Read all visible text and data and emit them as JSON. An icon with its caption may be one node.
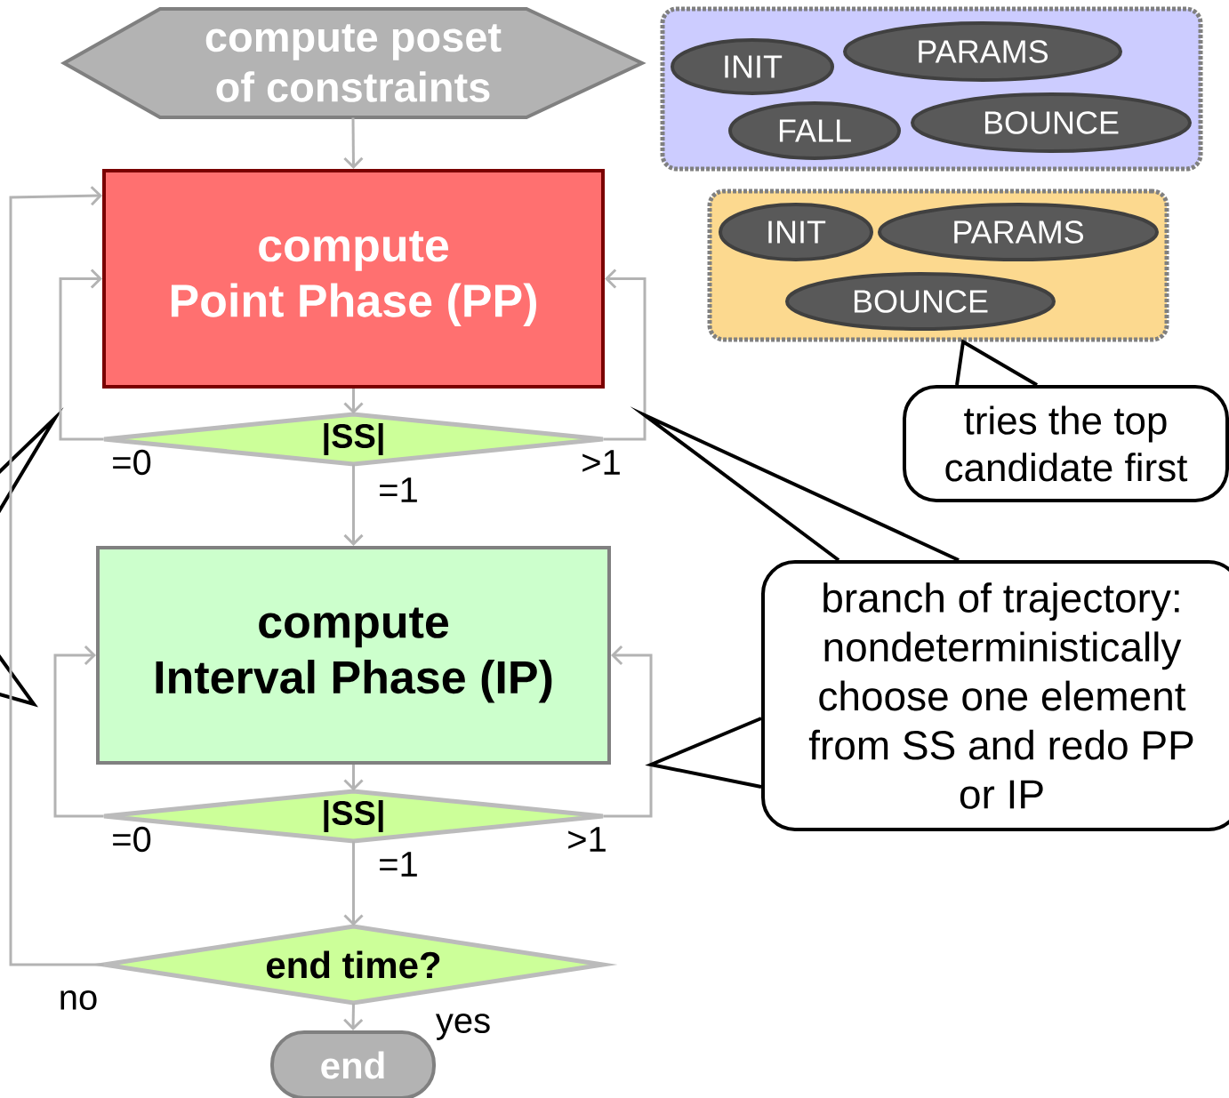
{
  "diagram": {
    "nodes": [
      {
        "text": [
          "compute poset of constraints"
        ]
      },
      {
        "text": [
          "compute",
          "Point Phase (PP)"
        ]
      },
      {
        "text": [
          "|SS|"
        ]
      },
      {
        "text": [
          "compute",
          "Interval Phase (IP)"
        ]
      },
      {
        "text": [
          "|SS|"
        ]
      },
      {
        "text": [
          "end time?"
        ]
      },
      {
        "text": [
          "end"
        ]
      },
      {
        "text": [],
        "shape": "box"
      },
      {
        "text": [
          "INIT"
        ],
        "in": 7
      },
      {
        "text": [
          "PARAMS"
        ],
        "in": 7
      },
      {
        "text": [
          "FALL"
        ],
        "in": 7
      },
      {
        "text": [
          "BOUNCE"
        ],
        "in": 7
      },
      {
        "text": [],
        "shape": "box"
      },
      {
        "text": [
          "INIT"
        ],
        "in": 12
      },
      {
        "text": [
          "PARAMS"
        ],
        "in": 12
      },
      {
        "text": [
          "BOUNCE"
        ],
        "in": 12
      },
      {
        "text": [
          "tries the top candidate first"
        ]
      },
      {
        "text": [
          "branch of trajectory: nondeterministically choose one element from SS and redo PP or IP"
        ]
      }
    ],
    "edges": [
      {
        "from": 0,
        "to": 1,
        "arrow": "to"
      },
      {
        "from": 1,
        "to": 2,
        "arrow": "to"
      },
      {
        "from": 2,
        "to": 3,
        "arrow": "to",
        "label": "=1"
      },
      {
        "from": 2,
        "to": 1,
        "arrow": "to",
        "label": "=0"
      },
      {
        "from": 2,
        "to": 1,
        "arrow": "to",
        "label": ">1"
      },
      {
        "from": 3,
        "to": 4,
        "arrow": "to"
      },
      {
        "from": 4,
        "to": 3,
        "arrow": "to",
        "label": "=0"
      },
      {
        "from": 4,
        "to": 3,
        "arrow": "to",
        "label": ">1"
      },
      {
        "from": 4,
        "to": 5,
        "arrow": "to",
        "label": "=1"
      },
      {
        "from": 5,
        "to": 6,
        "arrow": "to",
        "label": "yes"
      },
      {
        "from": 5,
        "to": 1,
        "arrow": "to",
        "label": "no"
      },
      {
        "from": 16,
        "to": 12,
        "arrow": "none",
        "color": "#000000"
      },
      {
        "from": 17,
        "to": null,
        "arrow": "none",
        "color": "#000000"
      },
      {
        "from": 17,
        "to": null,
        "arrow": "none",
        "color": "#000000"
      }
    ]
  }
}
